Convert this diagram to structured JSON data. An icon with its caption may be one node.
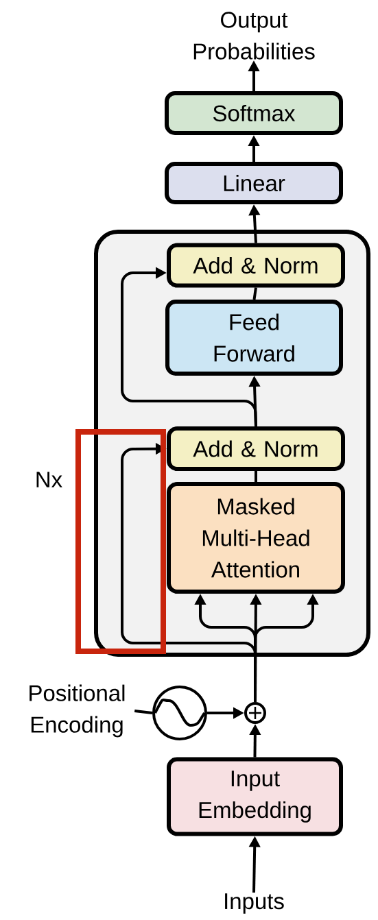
{
  "diagram": {
    "nodes": [
      {
        "text": [
          "Output Probabilities"
        ]
      },
      {
        "text": [
          "Softmax"
        ]
      },
      {
        "text": [
          "Linear"
        ]
      },
      {
        "text": [],
        "shape": "box",
        "beside": [
          "Nx"
        ]
      },
      {
        "text": [
          "Add & Norm"
        ],
        "in": 3
      },
      {
        "text": [
          "Feed Forward"
        ],
        "in": 3
      },
      {
        "text": [
          "Add & Norm"
        ],
        "in": 3
      },
      {
        "text": [
          "Masked Multi-Head Attention"
        ],
        "in": 3
      },
      {
        "text": [
          "Positional Encoding"
        ]
      },
      {
        "text": [],
        "shape": "circle"
      },
      {
        "text": [],
        "shape": "circle"
      },
      {
        "text": [
          "Input Embedding"
        ]
      },
      {
        "text": [
          "Inputs"
        ]
      }
    ],
    "edges": [
      {
        "from": 12,
        "to": 11,
        "arrow": "to"
      },
      {
        "from": 11,
        "to": 10,
        "arrow": "to"
      },
      {
        "from": 10,
        "to": 7,
        "arrow": "to"
      },
      {
        "from": 10,
        "to": 7,
        "arrow": "to"
      },
      {
        "from": 10,
        "to": 7,
        "arrow": "to"
      },
      {
        "from": 10,
        "to": 6,
        "arrow": "to"
      },
      {
        "from": 7,
        "to": 6,
        "arrow": "none"
      },
      {
        "from": 6,
        "to": 5,
        "arrow": "to"
      },
      {
        "from": 6,
        "to": 4,
        "arrow": "to"
      },
      {
        "from": 5,
        "to": 4,
        "arrow": "none"
      },
      {
        "from": 4,
        "to": 2,
        "arrow": "to"
      },
      {
        "from": 2,
        "to": 1,
        "arrow": "to"
      },
      {
        "from": 1,
        "to": 0,
        "arrow": "to"
      },
      {
        "from": 8,
        "to": 9,
        "arrow": "none"
      },
      {
        "from": 9,
        "to": 10,
        "arrow": "to"
      }
    ]
  }
}
